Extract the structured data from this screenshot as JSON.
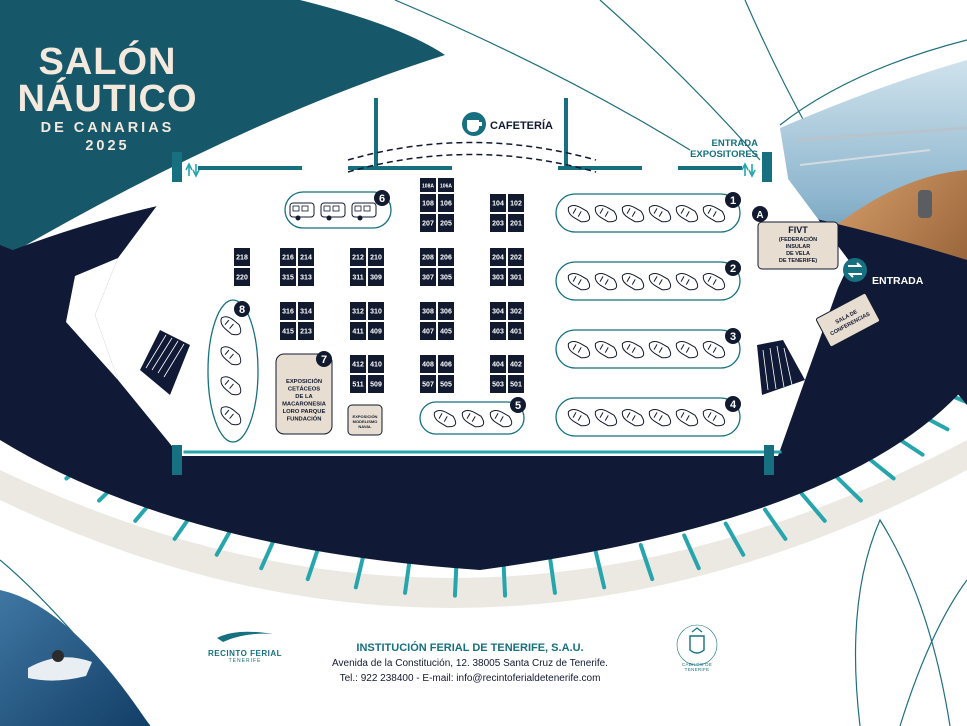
{
  "title": {
    "line1": "SALÓN",
    "line2": "NÁUTICO",
    "line3": "DE CANARIAS",
    "year": "2025"
  },
  "labels": {
    "cafeteria": "CAFETERÍA",
    "entrada_expositores_1": "ENTRADA",
    "entrada_expositores_2": "EXPOSITORES",
    "entrada": "ENTRADA",
    "fivt": "FIVT",
    "fivt_sub": [
      "(FEDERACIÓN",
      "INSULAR",
      "DE VELA",
      "DE TENERIFE)"
    ],
    "sala_1": "SALA DE",
    "sala_2": "CONFERENCIAS",
    "cetaceos": [
      "EXPOSICIÓN",
      "CETÁCEOS",
      "DE LA",
      "MACARONESIA",
      "LORO PARQUE",
      "FUNDACIÓN"
    ],
    "modelismo": [
      "EXPOSICIÓN",
      "MODELISMO",
      "NAVAL"
    ],
    "zone_a": "A"
  },
  "zones": [
    "1",
    "2",
    "3",
    "4",
    "5",
    "6",
    "7",
    "8"
  ],
  "stands": {
    "c218": [
      "218",
      "220"
    ],
    "c216": [
      "216",
      "214",
      "315",
      "313"
    ],
    "c212": [
      "212",
      "210",
      "311",
      "309"
    ],
    "c316": [
      "316",
      "314",
      "415",
      "213"
    ],
    "c312": [
      "312",
      "310",
      "411",
      "409"
    ],
    "c412": [
      "412",
      "410",
      "511",
      "509"
    ],
    "c108": [
      "108A",
      "106A",
      "108",
      "106",
      "207",
      "205"
    ],
    "c208": [
      "208",
      "206",
      "307",
      "305"
    ],
    "c308": [
      "308",
      "306",
      "407",
      "405"
    ],
    "c408": [
      "408",
      "406",
      "507",
      "505"
    ],
    "c104": [
      "104",
      "102",
      "203",
      "201"
    ],
    "c204": [
      "204",
      "202",
      "303",
      "301"
    ],
    "c304": [
      "304",
      "302",
      "403",
      "401"
    ],
    "c404": [
      "404",
      "402",
      "503",
      "501"
    ]
  },
  "footer": {
    "org": "INSTITUCIÓN FERIAL DE TENERIFE, S.A.U.",
    "address": "Avenida de la Constitución, 12. 38005 Santa Cruz de Tenerife.",
    "contact": "Tel.: 922 238400  -  E-mail: info@recintoferialdetenerife.com",
    "logo_left_1": "RECINTO FERIAL",
    "logo_left_2": "TENERIFE",
    "logo_right": "CABILDO DE TENERIFE"
  },
  "colors": {
    "navy": "#101a36",
    "teal": "#16707f",
    "cyan": "#26a5ad",
    "beige": "#e7ddd0",
    "stand": "#121a30"
  }
}
